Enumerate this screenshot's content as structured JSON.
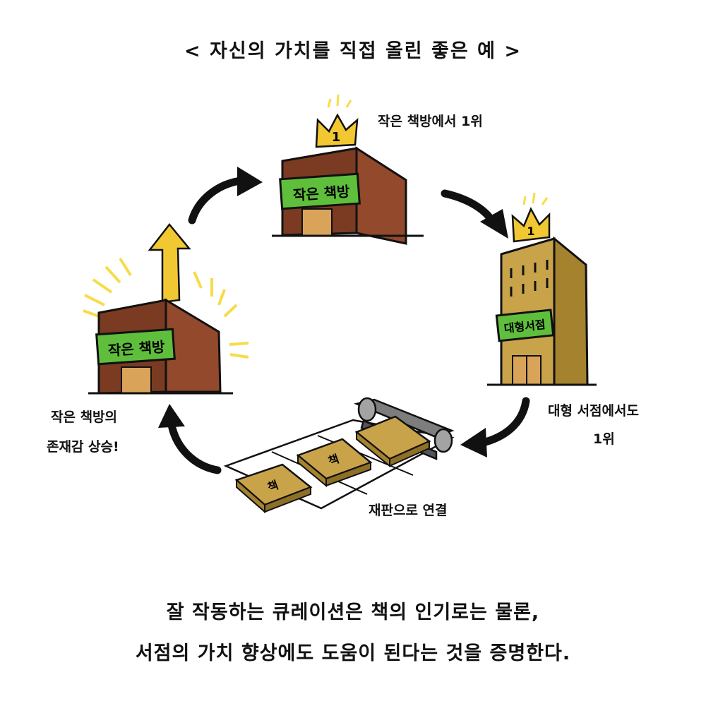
{
  "title": "< 자신의 가치를 직접 올린 좋은 예 >",
  "labels": {
    "top_rank": "작은 책방에서 1위",
    "large_rank_line1": "대형 서점에서도",
    "large_rank_line2": "1위",
    "reprint": "재판으로 연결",
    "small_presence_line1": "작은 책방의",
    "small_presence_line2": "존재감 상승!"
  },
  "signs": {
    "small_bookstore": "작은 책방",
    "large_bookstore": "대형서점",
    "book": "책"
  },
  "crown_number": "1",
  "caption": {
    "line1": "잘 작동하는 큐레이션은 책의 인기로는 물론,",
    "line2": "서점의 가치 향상에도 도움이 된다는 것을 증명한다."
  },
  "colors": {
    "brick_front": "#7a3b22",
    "brick_side": "#93492b",
    "sign_green": "#5fbf3c",
    "door": "#d9a45a",
    "gold": "#c9a34a",
    "gold_dark": "#a4822e",
    "crown": "#f2c832",
    "glow": "#f6dc4a"
  }
}
